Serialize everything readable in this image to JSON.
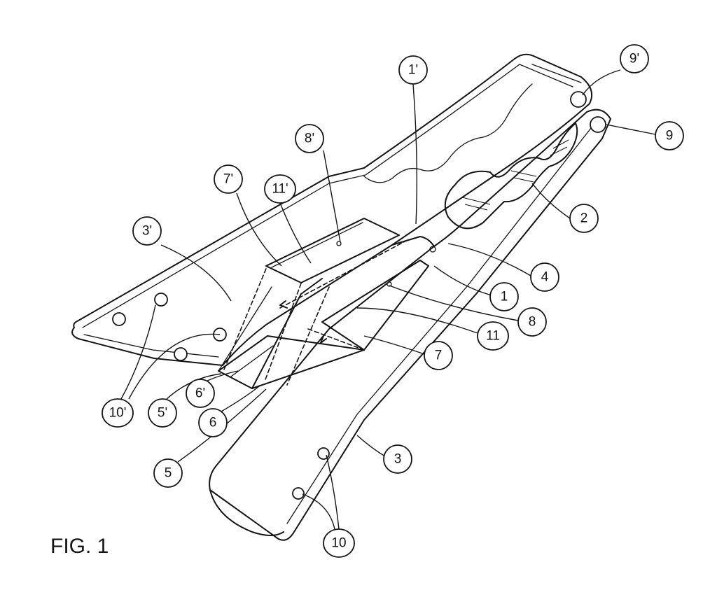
{
  "figure": {
    "caption": "FIG. 1",
    "callouts": [
      {
        "id": "label-1-prime",
        "text": "1'"
      },
      {
        "id": "label-9-prime",
        "text": "9'"
      },
      {
        "id": "label-9",
        "text": "9"
      },
      {
        "id": "label-8-prime",
        "text": "8'"
      },
      {
        "id": "label-7-prime",
        "text": "7'"
      },
      {
        "id": "label-11-prime",
        "text": "11'"
      },
      {
        "id": "label-3-prime",
        "text": "3'"
      },
      {
        "id": "label-2",
        "text": "2"
      },
      {
        "id": "label-4",
        "text": "4"
      },
      {
        "id": "label-1",
        "text": "1"
      },
      {
        "id": "label-8",
        "text": "8"
      },
      {
        "id": "label-11",
        "text": "11"
      },
      {
        "id": "label-7",
        "text": "7"
      },
      {
        "id": "label-10-prime",
        "text": "10'"
      },
      {
        "id": "label-5-prime",
        "text": "5'"
      },
      {
        "id": "label-6-prime",
        "text": "6'"
      },
      {
        "id": "label-6",
        "text": "6"
      },
      {
        "id": "label-5",
        "text": "5"
      },
      {
        "id": "label-3",
        "text": "3"
      },
      {
        "id": "label-10",
        "text": "10"
      }
    ]
  }
}
